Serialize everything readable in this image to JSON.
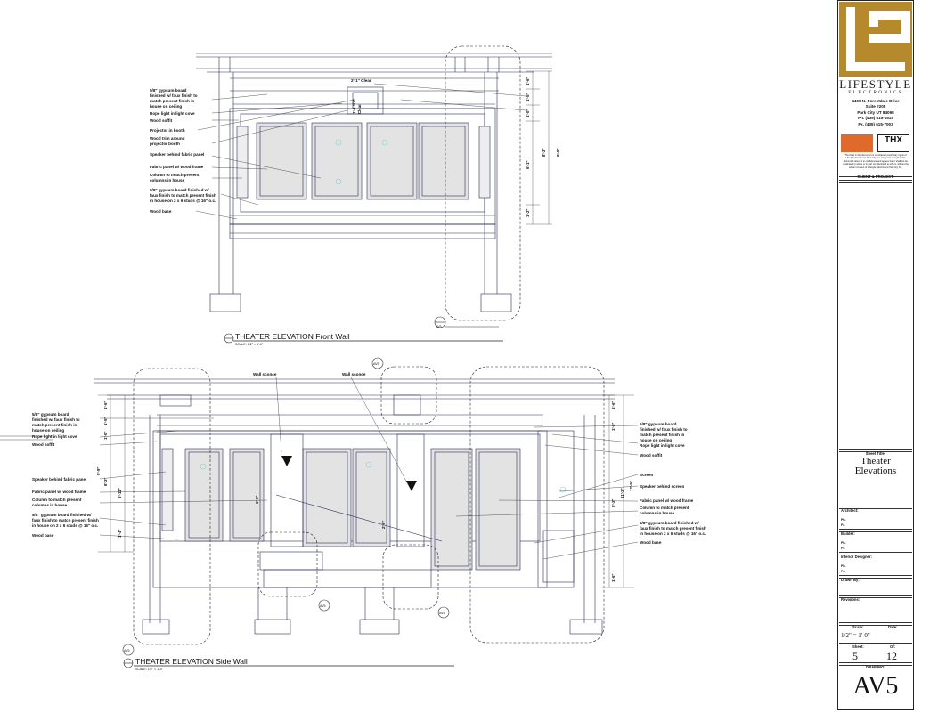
{
  "front_wall": {
    "title": "THEATER ELEVATION Front Wall",
    "scale": "SCALE: 1/2\" = 1'-0\"",
    "callouts": [
      "5/8\" gypsum board",
      "finished w/ faux finish to",
      "match present finish in",
      "house on ceiling",
      "Rope light in light cove",
      "Wood soffit",
      "Projector in booth",
      "Wood trim around",
      "projector booth",
      "Speaker behind fabric panel",
      "Fabric panel w/ wood frame",
      "Column to match present",
      "columns in house",
      "5/8\" gypsum board finished w/",
      "faux finish to match present finish",
      "in house on 2 x 6 studs @ 16\" o.c.",
      "Wood base"
    ],
    "clear_label": "2'-1\" Clear",
    "booth_label": [
      "1'-0 1/2\"",
      "Clear"
    ],
    "dims_right": [
      "1'-6\"",
      "1'-5\"",
      "1'-0\"",
      "6'-1\"",
      "1'-2\"",
      "8'-3\"",
      "9'-9\""
    ],
    "detail_tag": "AV5"
  },
  "side_wall": {
    "title": "THEATER ELEVATION Side Wall",
    "scale": "SCALE: 1/2\" = 1'-0\"",
    "top_callouts": [
      "Wall sconce",
      "Wall sconce"
    ],
    "left_callouts": [
      "5/8\" gypsum board",
      "finished w/ faux finish to",
      "match present finish in",
      "house on ceiling",
      "Rope light in light cove",
      "Wood soffit",
      "Speaker behind fabric panel",
      "Fabric panel w/ wood frame",
      "Column to match present",
      "columns in house",
      "5/8\" gypsum board finished w/",
      "faux finish to match present finish",
      "in house on 2 x 6 studs @ 16\" o.c.",
      "Wood base"
    ],
    "right_callouts": [
      "5/8\" gypsum board",
      "finished w/ faux finish to",
      "match present finish in",
      "house on ceiling",
      "Rope light in light cove",
      "Wood soffit",
      "Screen",
      "Speaker behind screen",
      "Fabric panel w/ wood frame",
      "Column to match present",
      "columns in house",
      "5/8\" gypsum board finished w/",
      "faux finish to match present finish",
      "in house on 2 x 6 studs @ 16\" o.c.",
      "Wood base"
    ],
    "dims_left": [
      "1'-6\"",
      "1'-5\"",
      "1'-0\"",
      "8'-3\"",
      "9'-9\"",
      "6'-11\"",
      "1'-4\""
    ],
    "dims_mid": [
      "6'-0\"",
      "2'-6\""
    ],
    "dims_right": [
      "1'-6\"",
      "1'-0\"",
      "8'-3\"",
      "11'-3\"",
      "12'-9\"",
      "1'-6\""
    ],
    "detail_tags": [
      "AV5",
      "AV5",
      "AV5",
      "AV5"
    ]
  },
  "title_block": {
    "company_line1": "LIFESTYLE",
    "company_line2": "ELECTRONICS",
    "address": [
      "4490 N. Forestdale Drive",
      "Suite #205",
      "Park City UT 84098",
      "Ph. (435) 615-1515",
      "Fx. (435) 615-7003"
    ],
    "badge_thx": "THX",
    "disclaimer": "The Data in this document is considered proprietary rights of Lifestyle Electronics Park City Inc. Any party accepting this document does so in confidence and agrees that it shall not be duplicated in whole or in part nor disclosed to others, without the written consent of Lifestyle Electronics Park City Inc.",
    "client_label": "CLIENT & PROJECT:",
    "sheet_title_label": "Sheet Title:",
    "sheet_title": [
      "Theater",
      "Elevations"
    ],
    "architect_label": "Architect:",
    "builder_label": "Builder:",
    "designer_label": "Interior Designer:",
    "ph": "Ph.",
    "fx": "Fx.",
    "drawn_by_label": "Drawn By:",
    "revisions_label": "Revisions:",
    "scale_label": "Scale:",
    "date_label": "Date:",
    "scale_value": "1/2\" = 1'-0\"",
    "sheet_label": "Sheet:",
    "of_label": "Of:",
    "sheet_number": "5",
    "sheet_total": "12",
    "drawing_label": "DRAWING:",
    "drawing_id": "AV5"
  },
  "colors": {
    "line": "#2a2a5a",
    "panel_fill": "#e3e3e3",
    "speaker": "#7fd6d6",
    "logo": "#b5892c"
  }
}
